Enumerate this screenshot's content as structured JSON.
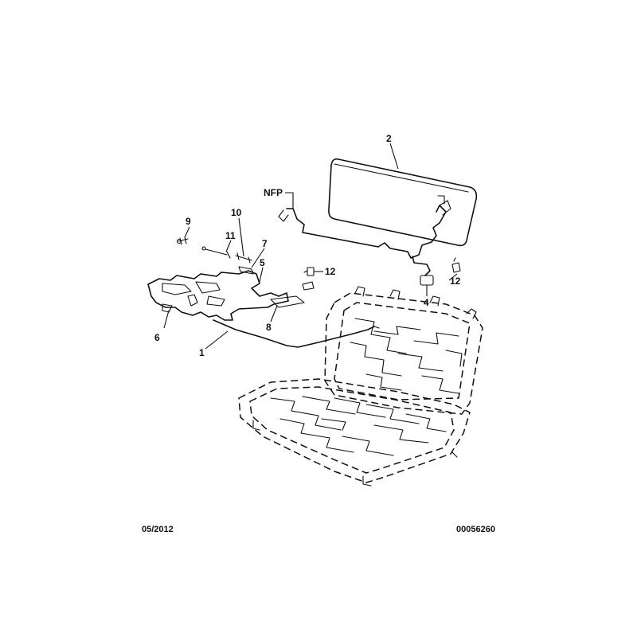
{
  "callouts": {
    "c1": "1",
    "c2": "2",
    "c4": "4",
    "c5": "5",
    "c6": "6",
    "c7": "7",
    "c8": "8",
    "c9": "9",
    "c10": "10",
    "c11": "11",
    "c12a": "12",
    "c12b": "12",
    "nfp": "NFP"
  },
  "footer": {
    "date": "05/2012",
    "reference": "00056260"
  }
}
